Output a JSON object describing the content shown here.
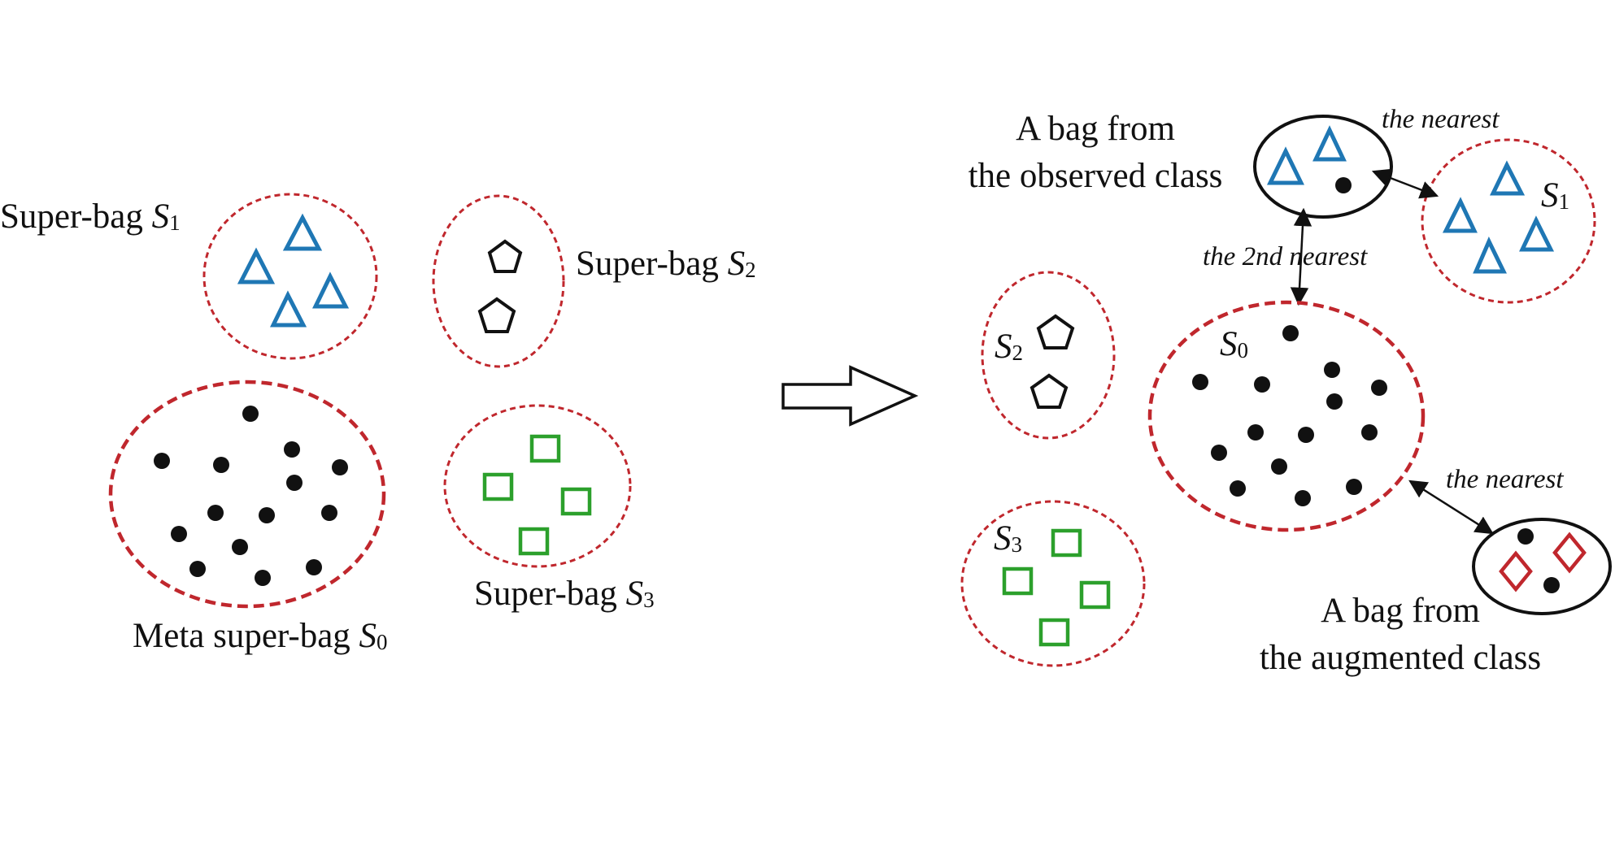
{
  "colors": {
    "dashed_boundary": "#c0272d",
    "triangle": "#1f77b4",
    "square": "#2ca02c",
    "diamond": "#c0272d",
    "ink": "#111111"
  },
  "shapes": {
    "triangle": "triangle-icon",
    "pentagon": "pentagon-icon",
    "square": "square-icon",
    "diamond": "diamond-icon",
    "dot": "dot-icon",
    "arrow": "hollow-right-arrow-icon"
  },
  "left": {
    "s1_text": "Super-bag ",
    "s1_var": "S",
    "s1_sub": "1",
    "s2_text": "Super-bag ",
    "s2_var": "S",
    "s2_sub": "2",
    "s3_text": "Super-bag ",
    "s3_var": "S",
    "s3_sub": "3",
    "s0_text": "Meta super-bag ",
    "s0_var": "S",
    "s0_sub": "0"
  },
  "right": {
    "observed_line1": "A bag from",
    "observed_line2": "the observed class",
    "augmented_line1": "A bag from",
    "augmented_line2": "the augmented class",
    "nearest_top": "the nearest",
    "second_nearest": "the 2nd nearest",
    "nearest_bottom": "the nearest",
    "s1_var": "S",
    "s1_sub": "1",
    "s2_var": "S",
    "s2_sub": "2",
    "s3_var": "S",
    "s3_sub": "3",
    "s0_var": "S",
    "s0_sub": "0"
  }
}
